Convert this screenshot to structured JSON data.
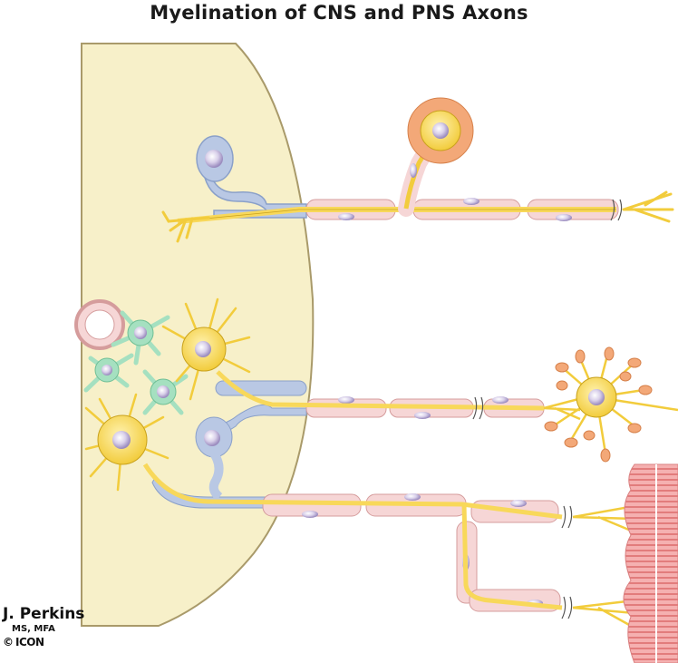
{
  "title": "Myelination of CNS and PNS Axons",
  "credit": {
    "name": "J. Perkins",
    "degrees": "MS, MFA",
    "copyright_symbol": "©",
    "logo_text": "ICON"
  },
  "colors": {
    "cns_region": "#f7f0c9",
    "cns_border": "#a99a6a",
    "neuron": "#f8d85a",
    "neuron_outline": "#c9a21c",
    "schwann": "#f6d6d6",
    "schwann_outline": "#d59c9c",
    "oligodendrocyte": "#b9c8e4",
    "astrocyte": "#a5e0c0",
    "nucleus": "#cdbfe0",
    "satellite": "#f3a878",
    "muscle": "#ef8e8e"
  }
}
